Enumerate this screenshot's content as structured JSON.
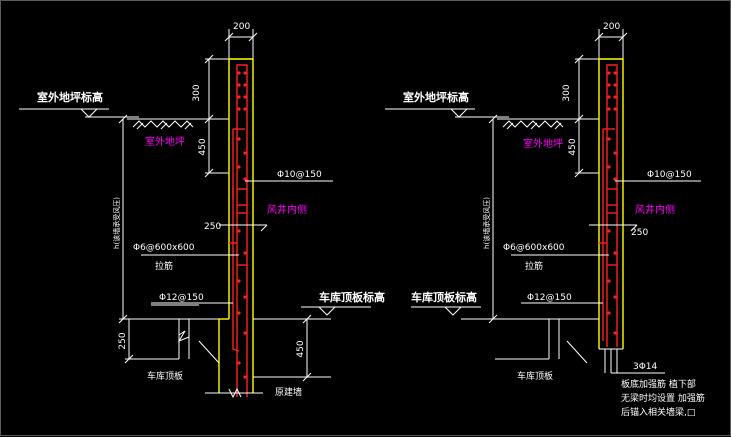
{
  "colors": {
    "background": "#000000",
    "line": "#ffffff",
    "wall": "#ffff00",
    "rebar": "#ff2020",
    "note": "#ff00ff",
    "frame": "#5a5a5a"
  },
  "left": {
    "dim_width": "200",
    "dim_top": "300",
    "dim_450_top": "450",
    "dim_250_mid": "250",
    "dim_250_low": "250",
    "dim_450_low": "450",
    "vertical_dim": "h(该墙承受风压)",
    "outdoor_level": "室外地坪标高",
    "outdoor_ground": "室外地坪",
    "rebar_a": "Φ10@150",
    "rebar_b": "Φ6@600x600",
    "lajin": "拉筋",
    "rebar_c": "Φ12@150",
    "shaft_side": "风井内侧",
    "garage_roof_level": "车库顶板标高",
    "garage_roof": "车库顶板",
    "original_wall": "原建墙"
  },
  "right": {
    "dim_width": "200",
    "dim_top": "300",
    "dim_450_top": "450",
    "dim_250_mid": "250",
    "vertical_dim": "h(该墙承受风压)",
    "outdoor_level": "室外地坪标高",
    "outdoor_ground": "室外地坪",
    "rebar_a": "Φ10@150",
    "rebar_b": "Φ6@600x600",
    "lajin": "拉筋",
    "rebar_c": "Φ12@150",
    "shaft_side": "风井内侧",
    "garage_roof_level": "车库顶板标高",
    "garage_roof": "车库顶板",
    "rebar_d": "3Φ14",
    "note_line1": "板底加强筋 植下部",
    "note_line2": "无梁时均设置 加强筋",
    "note_line3": "后锚入相关墙梁,□"
  }
}
